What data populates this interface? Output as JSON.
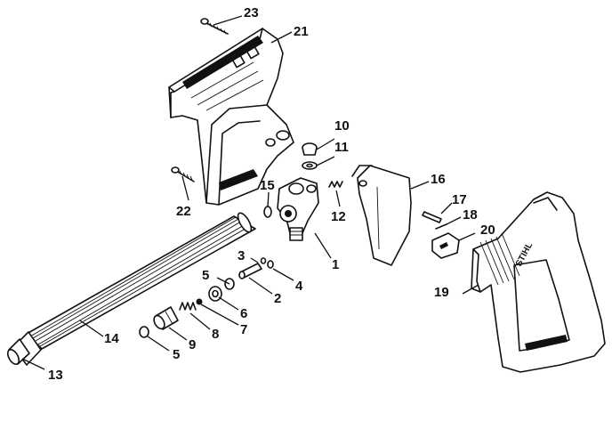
{
  "diagram": {
    "callouts": {
      "c1": "1",
      "c2": "2",
      "c3": "3",
      "c4": "4",
      "c5a": "5",
      "c5b": "5",
      "c6": "6",
      "c7": "7",
      "c8": "8",
      "c9": "9",
      "c10": "10",
      "c11": "11",
      "c12": "12",
      "c13": "13",
      "c14": "14",
      "c15": "15",
      "c16": "16",
      "c17": "17",
      "c18": "18",
      "c19": "19",
      "c20": "20",
      "c21": "21",
      "c22": "22",
      "c23": "23"
    },
    "brand_mark": "STIHL"
  }
}
